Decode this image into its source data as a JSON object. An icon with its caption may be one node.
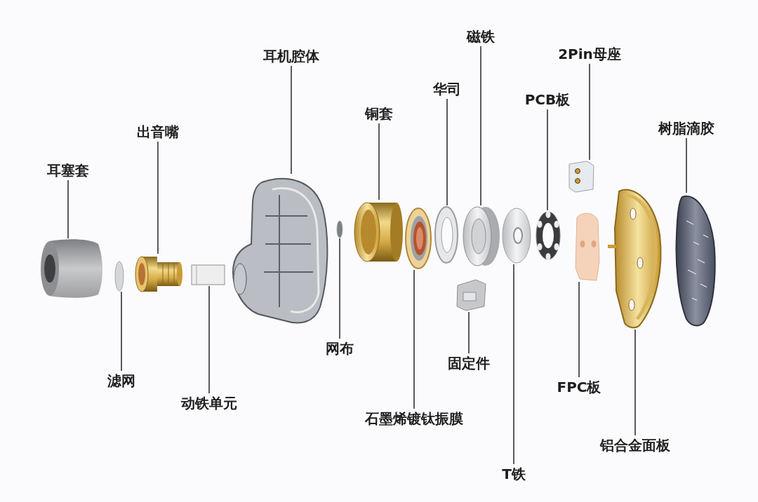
{
  "diagram": {
    "nodes": [
      {
        "text": [
          "耳塞套"
        ]
      },
      {
        "text": [
          "出音嘴"
        ]
      },
      {
        "text": [
          "耳机腔体"
        ]
      },
      {
        "text": [
          "铜套"
        ]
      },
      {
        "text": [
          "华司"
        ]
      },
      {
        "text": [
          "磁铁"
        ]
      },
      {
        "text": [
          "PCB板"
        ]
      },
      {
        "text": [
          "2Pin母座"
        ]
      },
      {
        "text": [
          "树脂滴胶"
        ]
      },
      {
        "text": [
          "滤网"
        ]
      },
      {
        "text": [
          "动铁单元"
        ]
      },
      {
        "text": [
          "网布"
        ]
      },
      {
        "text": [
          "石墨烯镀钛振膜"
        ]
      },
      {
        "text": [
          "固定件"
        ]
      },
      {
        "text": [
          "T铁"
        ]
      },
      {
        "text": [
          "FPC板"
        ]
      },
      {
        "text": [
          "铝合金面板"
        ]
      },
      {
        "text": [],
        "shape": "picture"
      },
      {
        "text": [],
        "shape": "circle"
      },
      {
        "text": [],
        "shape": "picture"
      },
      {
        "text": [],
        "shape": "picture"
      },
      {
        "text": [],
        "shape": "picture"
      },
      {
        "text": [],
        "shape": "circle"
      },
      {
        "text": [],
        "shape": "picture"
      },
      {
        "text": [],
        "shape": "picture"
      },
      {
        "text": [],
        "shape": "picture"
      },
      {
        "text": [],
        "shape": "picture"
      },
      {
        "text": [],
        "shape": "picture"
      },
      {
        "text": [],
        "shape": "picture"
      },
      {
        "text": [],
        "shape": "picture"
      },
      {
        "text": [],
        "shape": "picture"
      },
      {
        "text": [],
        "shape": "picture"
      },
      {
        "text": [],
        "shape": "picture"
      },
      {
        "text": [],
        "shape": "picture"
      }
    ],
    "edges": [
      {
        "from": 0,
        "to": 17,
        "arrow": "none"
      },
      {
        "from": 1,
        "to": 19,
        "arrow": "none"
      },
      {
        "from": 2,
        "to": 21,
        "arrow": "none"
      },
      {
        "from": 3,
        "to": 23,
        "arrow": "none"
      },
      {
        "from": 4,
        "to": 25,
        "arrow": "none"
      },
      {
        "from": 5,
        "to": 26,
        "arrow": "none"
      },
      {
        "from": 6,
        "to": 29,
        "arrow": "none"
      },
      {
        "from": 7,
        "to": 30,
        "arrow": "none"
      },
      {
        "from": 8,
        "to": 33,
        "arrow": "none"
      },
      {
        "from": 9,
        "to": 18,
        "arrow": "none"
      },
      {
        "from": 10,
        "to": 20,
        "arrow": "none"
      },
      {
        "from": 11,
        "to": 22,
        "arrow": "none"
      },
      {
        "from": 12,
        "to": 24,
        "arrow": "none"
      },
      {
        "from": 13,
        "to": 27,
        "arrow": "none"
      },
      {
        "from": 14,
        "to": 28,
        "arrow": "none"
      },
      {
        "from": 15,
        "to": 31,
        "arrow": "none"
      },
      {
        "from": 16,
        "to": 32,
        "arrow": "none"
      }
    ]
  }
}
